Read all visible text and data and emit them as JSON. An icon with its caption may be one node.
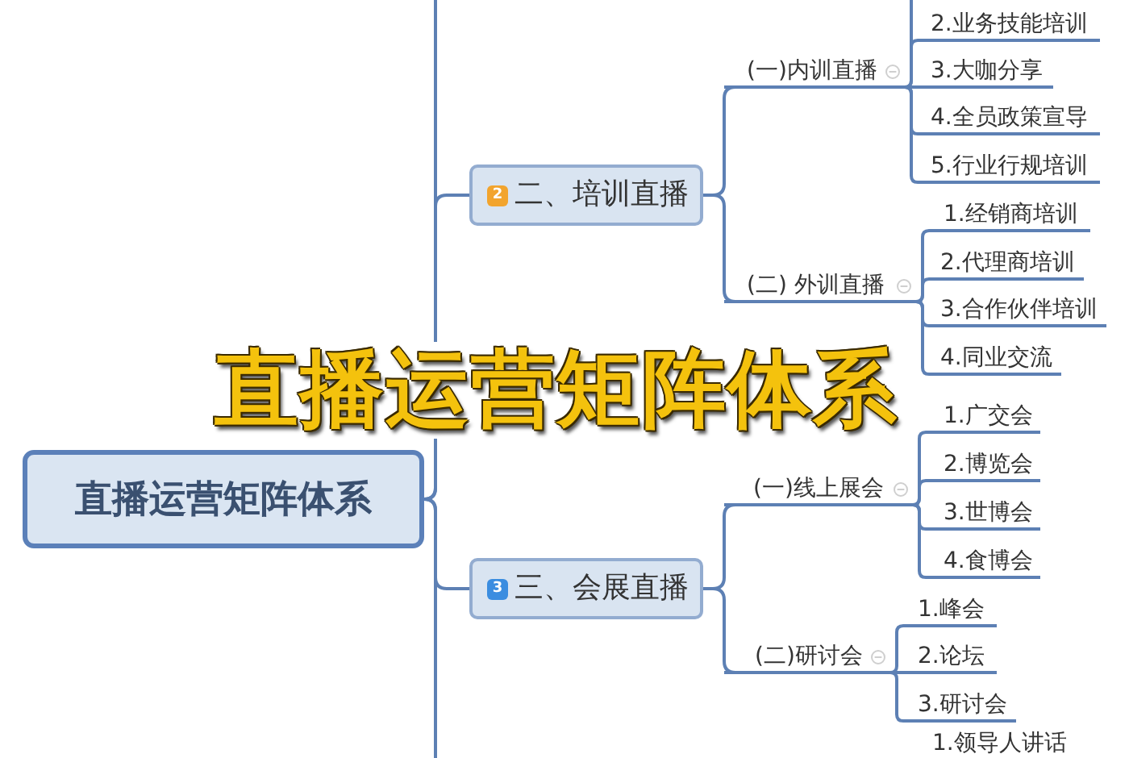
{
  "diagram": {
    "title": "直播运营矩阵体系",
    "nodes": [
      {
        "text": [
          "直播运营矩阵体系"
        ]
      },
      {
        "text": [
          "2",
          "二、培训直播"
        ]
      },
      {
        "text": [
          "(一)内训直播"
        ]
      },
      {
        "text": [
          "2.业务技能培训"
        ]
      },
      {
        "text": [
          "3.大咖分享"
        ]
      },
      {
        "text": [
          "4.全员政策宣导"
        ]
      },
      {
        "text": [
          "5.行业行规培训"
        ]
      },
      {
        "text": [
          "(二) 外训直播"
        ]
      },
      {
        "text": [
          "1.经销商培训"
        ]
      },
      {
        "text": [
          "2.代理商培训"
        ]
      },
      {
        "text": [
          "3.合作伙伴培训"
        ]
      },
      {
        "text": [
          "4.同业交流"
        ]
      },
      {
        "text": [
          "3",
          "三、会展直播"
        ]
      },
      {
        "text": [
          "(一)线上展会"
        ]
      },
      {
        "text": [
          "1.广交会"
        ]
      },
      {
        "text": [
          "2.博览会"
        ]
      },
      {
        "text": [
          "3.世博会"
        ]
      },
      {
        "text": [
          "4.食博会"
        ]
      },
      {
        "text": [
          "(二)研讨会"
        ]
      },
      {
        "text": [
          "1.峰会"
        ]
      },
      {
        "text": [
          "2.论坛"
        ]
      },
      {
        "text": [
          "3.研讨会"
        ]
      }
    ],
    "edges": [
      {
        "from": 0,
        "to": 1,
        "arrow": "none"
      },
      {
        "from": 0,
        "to": 12,
        "arrow": "none"
      },
      {
        "from": 0,
        "to": null,
        "arrow": "none"
      },
      {
        "from": 0,
        "to": null,
        "arrow": "none"
      },
      {
        "from": 1,
        "to": 2,
        "arrow": "none"
      },
      {
        "from": 1,
        "to": 7,
        "arrow": "none"
      },
      {
        "from": 2,
        "to": null,
        "arrow": "none"
      },
      {
        "from": 2,
        "to": 3,
        "arrow": "none"
      },
      {
        "from": 2,
        "to": 4,
        "arrow": "none"
      },
      {
        "from": 2,
        "to": 5,
        "arrow": "none"
      },
      {
        "from": 2,
        "to": 6,
        "arrow": "none"
      },
      {
        "from": 7,
        "to": 8,
        "arrow": "none"
      },
      {
        "from": 7,
        "to": 9,
        "arrow": "none"
      },
      {
        "from": 7,
        "to": 10,
        "arrow": "none"
      },
      {
        "from": 7,
        "to": 11,
        "arrow": "none"
      },
      {
        "from": 12,
        "to": 13,
        "arrow": "none"
      },
      {
        "from": 12,
        "to": 18,
        "arrow": "none"
      },
      {
        "from": 13,
        "to": 14,
        "arrow": "none"
      },
      {
        "from": 13,
        "to": 15,
        "arrow": "none"
      },
      {
        "from": 13,
        "to": 16,
        "arrow": "none"
      },
      {
        "from": 13,
        "to": 17,
        "arrow": "none"
      },
      {
        "from": 18,
        "to": 19,
        "arrow": "none"
      },
      {
        "from": 18,
        "to": 20,
        "arrow": "none"
      },
      {
        "from": 18,
        "to": 21,
        "arrow": "none"
      }
    ],
    "labels": [
      "1.领导人讲话"
    ]
  }
}
